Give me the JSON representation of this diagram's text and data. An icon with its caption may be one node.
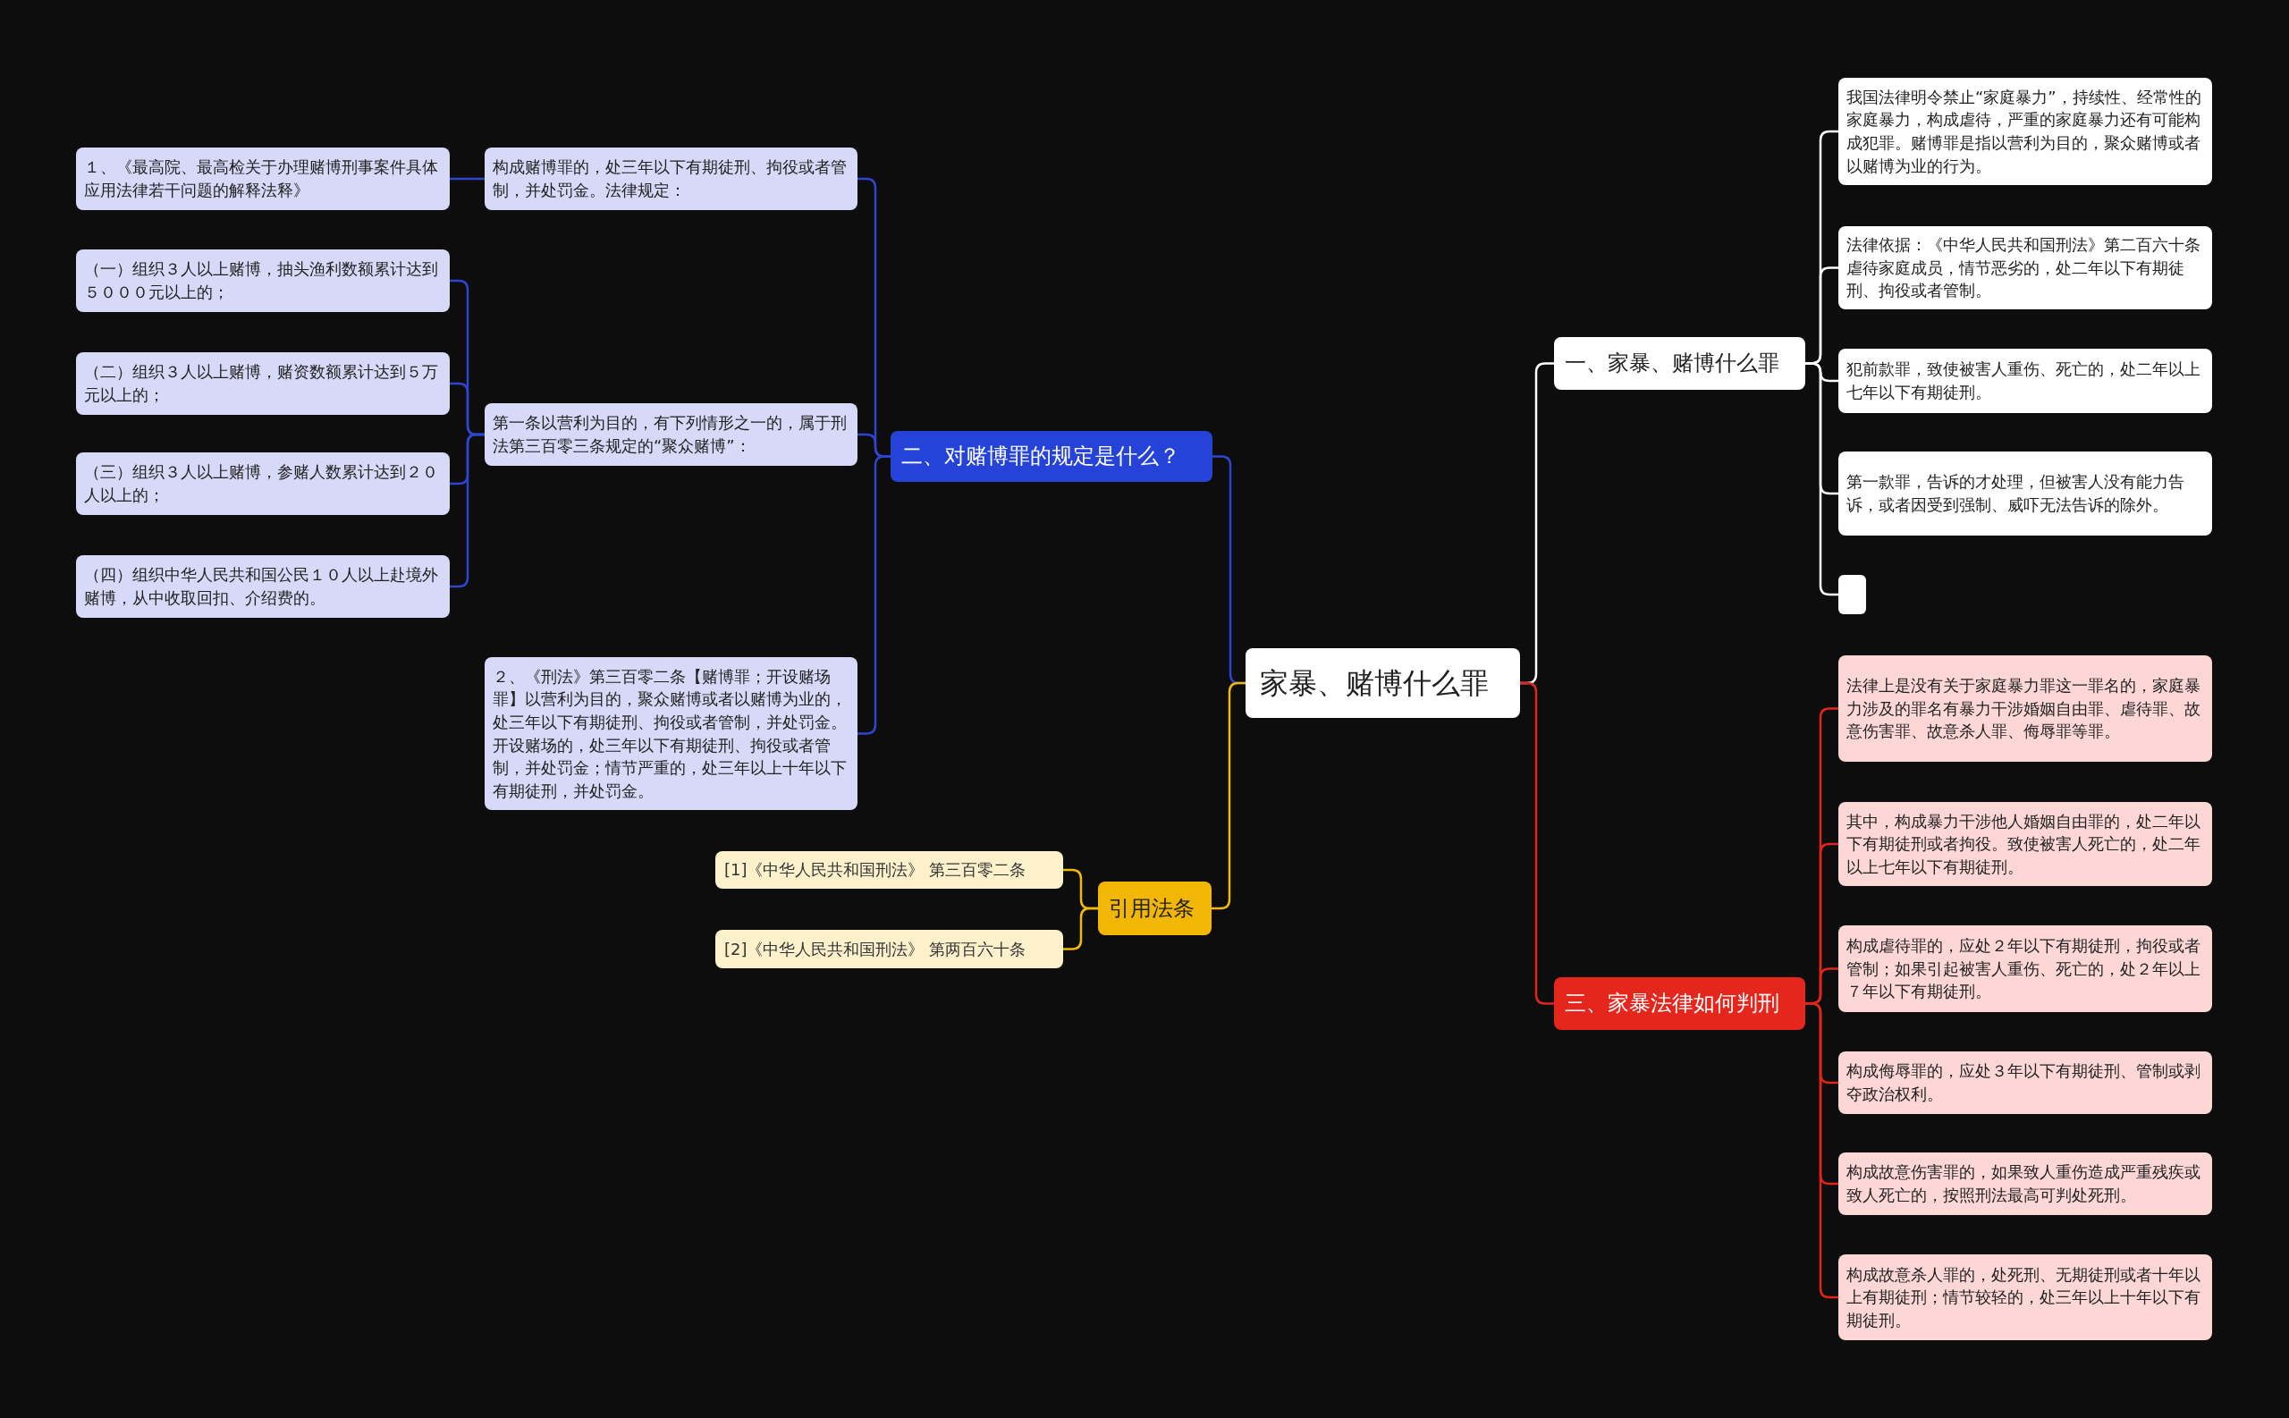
{
  "diagram": {
    "nodes": [
      {
        "text": [
          "家暴、赌博什么罪"
        ]
      },
      {
        "text": [
          "一、家暴、赌博什么罪"
        ]
      },
      {
        "text": [
          "我国法律明令禁止“家庭暴力”，持续性、经常性的家庭暴力，构成虐待，严重的家庭暴力还有可能构成犯罪。赌博罪是指以营利为目的，聚众赌博或者以赌博为业的行为。"
        ]
      },
      {
        "text": [
          "法律依据：《中华人民共和国刑法》第二百六十条虐待家庭成员，情节恶劣的，处二年以下有期徒刑、拘役或者管制。"
        ]
      },
      {
        "text": [
          "犯前款罪，致使被害人重伤、死亡的，处二年以上七年以下有期徒刑。"
        ]
      },
      {
        "text": [
          "第一款罪，告诉的才处理，但被害人没有能力告诉，或者因受到强制、威吓无法告诉的除外。"
        ]
      },
      {
        "text": [],
        "shape": "box"
      },
      {
        "text": [
          "二、对赌博罪的规定是什么？"
        ]
      },
      {
        "text": [
          "构成赌博罪的，处三年以下有期徒刑、拘役或者管制，并处罚金。法律规定："
        ]
      },
      {
        "text": [
          "１、《最高院、最高检关于办理赌博刑事案件具体应用法律若干问题的解释法释》"
        ]
      },
      {
        "text": [
          "第一条以营利为目的，有下列情形之一的，属于刑法第三百零三条规定的“聚众赌博”："
        ]
      },
      {
        "text": [
          "（一）组织３人以上赌博，抽头渔利数额累计达到５０００元以上的；"
        ]
      },
      {
        "text": [
          "（二）组织３人以上赌博，赌资数额累计达到５万元以上的；"
        ]
      },
      {
        "text": [
          "（三）组织３人以上赌博，参赌人数累计达到２０人以上的；"
        ]
      },
      {
        "text": [
          "（四）组织中华人民共和国公民１０人以上赴境外赌博，从中收取回扣、介绍费的。"
        ]
      },
      {
        "text": [
          "２、《刑法》第三百零二条【赌博罪；开设赌场罪】以营利为目的，聚众赌博或者以赌博为业的，处三年以下有期徒刑、拘役或者管制，并处罚金。开设赌场的，处三年以下有期徒刑、拘役或者管制，并处罚金；情节严重的，处三年以上十年以下有期徒刑，并处罚金。"
        ]
      },
      {
        "text": [
          "引用法条"
        ]
      },
      {
        "text": [
          "[1]《中华人民共和国刑法》 第三百零二条"
        ]
      },
      {
        "text": [
          "[2]《中华人民共和国刑法》 第两百六十条"
        ]
      },
      {
        "text": [
          "三、家暴法律如何判刑"
        ]
      },
      {
        "text": [
          "法律上是没有关于家庭暴力罪这一罪名的，家庭暴力涉及的罪名有暴力干涉婚姻自由罪、虐待罪、故意伤害罪、故意杀人罪、侮辱罪等罪。"
        ]
      },
      {
        "text": [
          "其中，构成暴力干涉他人婚姻自由罪的，处二年以下有期徒刑或者拘役。致使被害人死亡的，处二年以上七年以下有期徒刑。"
        ]
      },
      {
        "text": [
          "构成虐待罪的，应处２年以下有期徒刑，拘役或者管制；如果引起被害人重伤、死亡的，处２年以上７年以下有期徒刑。"
        ]
      },
      {
        "text": [
          "构成侮辱罪的，应处３年以下有期徒刑、管制或剥夺政治权利。"
        ]
      },
      {
        "text": [
          "构成故意伤害罪的，如果致人重伤造成严重残疾或致人死亡的，按照刑法最高可判处死刑。"
        ]
      },
      {
        "text": [
          "构成故意杀人罪的，处死刑、无期徒刑或者十年以上有期徒刑；情节较轻的，处三年以上十年以下有期徒刑。"
        ]
      }
    ],
    "edges": [
      {
        "from": 0,
        "to": 1,
        "arrow": "none",
        "color": "#ffffff"
      },
      {
        "from": 1,
        "to": 2,
        "arrow": "none",
        "color": "#ffffff"
      },
      {
        "from": 1,
        "to": 3,
        "arrow": "none",
        "color": "#ffffff"
      },
      {
        "from": 1,
        "to": 4,
        "arrow": "none",
        "color": "#ffffff"
      },
      {
        "from": 1,
        "to": 5,
        "arrow": "none",
        "color": "#ffffff"
      },
      {
        "from": 1,
        "to": 6,
        "arrow": "none",
        "color": "#ffffff"
      },
      {
        "from": 0,
        "to": 7,
        "arrow": "none"
      },
      {
        "from": 7,
        "to": 8,
        "arrow": "none"
      },
      {
        "from": 8,
        "to": 9,
        "arrow": "none"
      },
      {
        "from": 7,
        "to": 10,
        "arrow": "none"
      },
      {
        "from": 10,
        "to": 11,
        "arrow": "none"
      },
      {
        "from": 10,
        "to": 12,
        "arrow": "none"
      },
      {
        "from": 10,
        "to": 13,
        "arrow": "none"
      },
      {
        "from": 10,
        "to": 14,
        "arrow": "none"
      },
      {
        "from": 7,
        "to": 15,
        "arrow": "none"
      },
      {
        "from": 0,
        "to": 16,
        "arrow": "none",
        "color": "#f0b90b"
      },
      {
        "from": 16,
        "to": 17,
        "arrow": "none",
        "color": "#f0b90b"
      },
      {
        "from": 16,
        "to": 18,
        "arrow": "none",
        "color": "#f0b90b"
      },
      {
        "from": 0,
        "to": 19,
        "arrow": "none",
        "color": "#e1251b"
      },
      {
        "from": 19,
        "to": 20,
        "arrow": "none",
        "color": "#e1251b"
      },
      {
        "from": 19,
        "to": 21,
        "arrow": "none",
        "color": "#e1251b"
      },
      {
        "from": 19,
        "to": 22,
        "arrow": "none",
        "color": "#e1251b"
      },
      {
        "from": 19,
        "to": 23,
        "arrow": "none",
        "color": "#e1251b"
      },
      {
        "from": 19,
        "to": 24,
        "arrow": "none",
        "color": "#e1251b"
      },
      {
        "from": 19,
        "to": 25,
        "arrow": "none",
        "color": "#e1251b"
      }
    ]
  }
}
